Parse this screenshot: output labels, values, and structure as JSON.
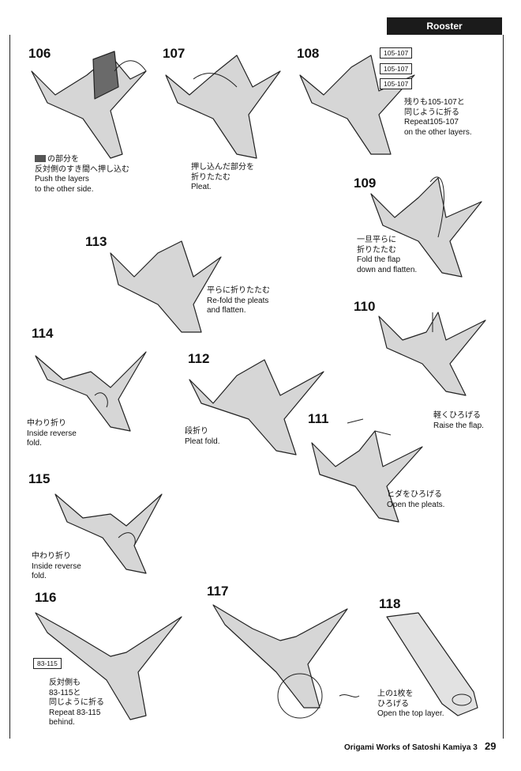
{
  "header": {
    "section_title": "Rooster"
  },
  "steps": {
    "s106": {
      "number": "106",
      "caption_ja_1": "の部分を",
      "caption_ja_2": "反対側のすき間へ押し込む",
      "caption_en": "Push the layers\nto the other side."
    },
    "s107": {
      "number": "107",
      "caption_ja": "押し込んだ部分を\n折りたたむ",
      "caption_en": "Pleat."
    },
    "s108": {
      "number": "108",
      "refs": [
        "105-107",
        "105-107",
        "105-107"
      ],
      "caption_ja": "残りも105-107と\n同じように折る",
      "caption_en": "Repeat105-107\non the other layers."
    },
    "s109": {
      "number": "109",
      "caption_ja": "一旦平らに\n折りたたむ",
      "caption_en": "Fold the flap\ndown and flatten."
    },
    "s110": {
      "number": "110",
      "caption_ja": "軽くひろげる",
      "caption_en": "Raise the flap."
    },
    "s111": {
      "number": "111",
      "caption_ja": "ヒダをひろげる",
      "caption_en": "Open the pleats."
    },
    "s112": {
      "number": "112",
      "caption_ja": "段折り",
      "caption_en": "Pleat fold."
    },
    "s113": {
      "number": "113",
      "caption_ja": "平らに折りたたむ",
      "caption_en": "Re-fold the pleats\nand flatten."
    },
    "s114": {
      "number": "114",
      "caption_ja": "中わり折り",
      "caption_en": "Inside reverse\nfold."
    },
    "s115": {
      "number": "115",
      "caption_ja": "中わり折り",
      "caption_en": "Inside reverse\nfold."
    },
    "s116": {
      "number": "116",
      "ref": "83-115",
      "caption_ja": "反対側も\n83-115と\n同じように折る",
      "caption_en": "Repeat 83-115\nbehind."
    },
    "s117": {
      "number": "117"
    },
    "s118": {
      "number": "118",
      "caption_ja": "上の1枚を\nひろげる",
      "caption_en": "Open the top layer."
    }
  },
  "footer": {
    "book_title": "Origami Works of Satoshi Kamiya 3",
    "page_number": "29"
  }
}
